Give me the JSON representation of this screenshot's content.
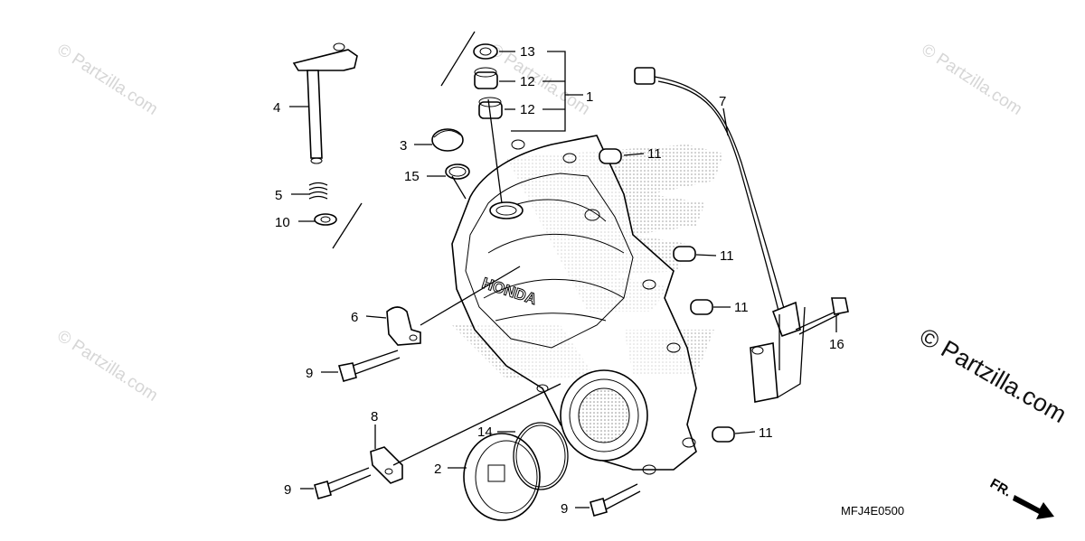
{
  "watermarks": {
    "small_text": "© Partzilla.com",
    "main_text": "© Partzilla.com"
  },
  "diagram_code": "MFJ4E0500",
  "direction_label": "FR.",
  "callouts": {
    "c1": "1",
    "c2": "2",
    "c3": "3",
    "c4": "4",
    "c5": "5",
    "c6": "6",
    "c7": "7",
    "c8": "8",
    "c9a": "9",
    "c9b": "9",
    "c9c": "9",
    "c10": "10",
    "c11a": "11",
    "c11b": "11",
    "c11c": "11",
    "c11d": "11",
    "c12a": "12",
    "c12b": "12",
    "c13": "13",
    "c14": "14",
    "c15": "15",
    "c16": "16"
  },
  "cover_emblem_text": "HONDA",
  "colors": {
    "line": "#000000",
    "watermark": "#d6d6d6",
    "halftone": "#9a9a9a"
  }
}
